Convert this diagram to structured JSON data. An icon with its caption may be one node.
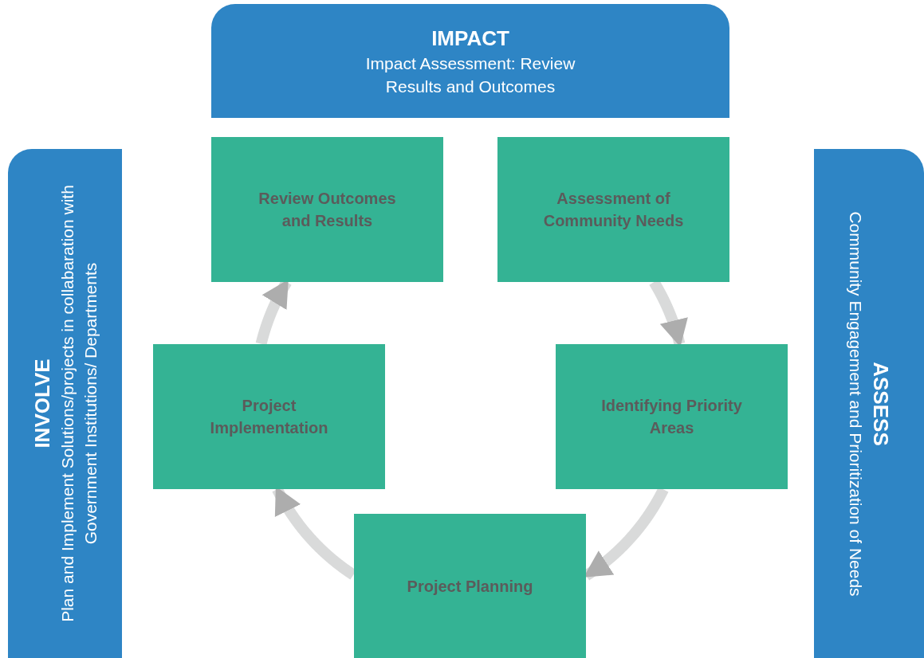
{
  "diagram": {
    "nodes": [
      {
        "text": [
          "IMPACT",
          "Impact Assessment: Review Results and Outcomes"
        ]
      },
      {
        "text": [
          "INVOLVE",
          "Plan and Implement Solutions/projects in collabaration with Government Institutions/ Departments"
        ]
      },
      {
        "text": [
          "ASSESS",
          "Community Engagement and Prioritization of Needs"
        ]
      },
      {
        "text": [
          "Review Outcomes and Results"
        ]
      },
      {
        "text": [
          "Assessment of Community Needs"
        ]
      },
      {
        "text": [
          "Project Implementation"
        ]
      },
      {
        "text": [
          "Identifying Priority Areas"
        ]
      },
      {
        "text": [
          "Project Planning"
        ]
      }
    ],
    "edges": [
      {
        "from": 4,
        "to": 6,
        "arrow": "to"
      },
      {
        "from": 6,
        "to": 7,
        "arrow": "to"
      },
      {
        "from": 7,
        "to": 5,
        "arrow": "to"
      },
      {
        "from": 5,
        "to": 3,
        "arrow": "to"
      }
    ]
  }
}
